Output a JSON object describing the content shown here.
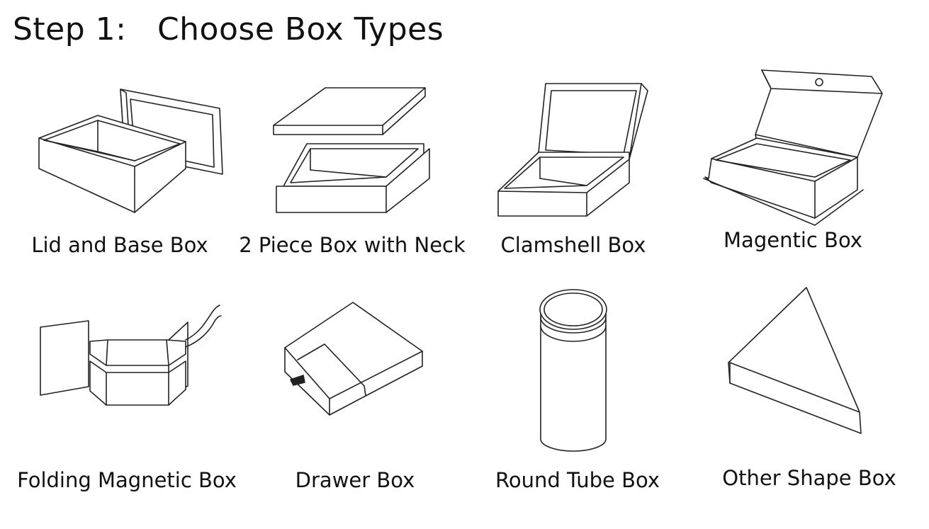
{
  "title": "Step 1:   Choose Box Types",
  "box_types": [
    {
      "label": "Lid and Base Box",
      "icon": "lid-and-base-box-icon"
    },
    {
      "label": "2 Piece Box with Neck",
      "icon": "two-piece-box-with-neck-icon"
    },
    {
      "label": "Clamshell Box",
      "icon": "clamshell-box-icon"
    },
    {
      "label": "Magentic Box",
      "icon": "magnetic-box-icon"
    },
    {
      "label": "Folding Magnetic Box",
      "icon": "folding-magnetic-box-icon"
    },
    {
      "label": "Drawer Box",
      "icon": "drawer-box-icon"
    },
    {
      "label": "Round Tube Box",
      "icon": "round-tube-box-icon"
    },
    {
      "label": "Other Shape Box",
      "icon": "other-shape-box-icon"
    }
  ],
  "colors": {
    "line": "#222222",
    "background": "#ffffff",
    "text": "#111111"
  }
}
